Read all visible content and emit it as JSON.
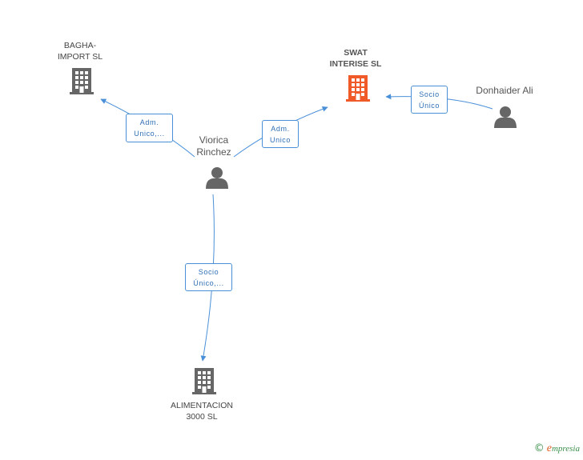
{
  "nodes": {
    "bagha": {
      "name": "BAGHA-\nIMPORT SL",
      "icon": "building-icon",
      "color": "#666666"
    },
    "swat": {
      "name": "SWAT\nINTERISE SL",
      "icon": "building-icon",
      "color": "#f05a28"
    },
    "donhaider": {
      "name": "Donhaider Ali",
      "icon": "person-icon",
      "color": "#666666"
    },
    "viorica": {
      "name": "Viorica\nRinchez",
      "icon": "person-icon",
      "color": "#666666"
    },
    "alimentacion": {
      "name": "ALIMENTACION\n3000 SL",
      "icon": "building-icon",
      "color": "#666666"
    }
  },
  "edges": {
    "viorica_bagha": {
      "label": "Adm.\nUnico,..."
    },
    "viorica_swat": {
      "label": "Adm.\nUnico"
    },
    "donhaider_swat": {
      "label": "Socio\nÚnico"
    },
    "viorica_alimentacion": {
      "label": "Socio\nÚnico,..."
    }
  },
  "colors": {
    "edge": "#4a90d9",
    "brand_green": "#3a8f4a",
    "brand_orange": "#e05a1f"
  },
  "brand": {
    "copyright": "©",
    "first_letter": "e",
    "rest": "mpresia"
  }
}
